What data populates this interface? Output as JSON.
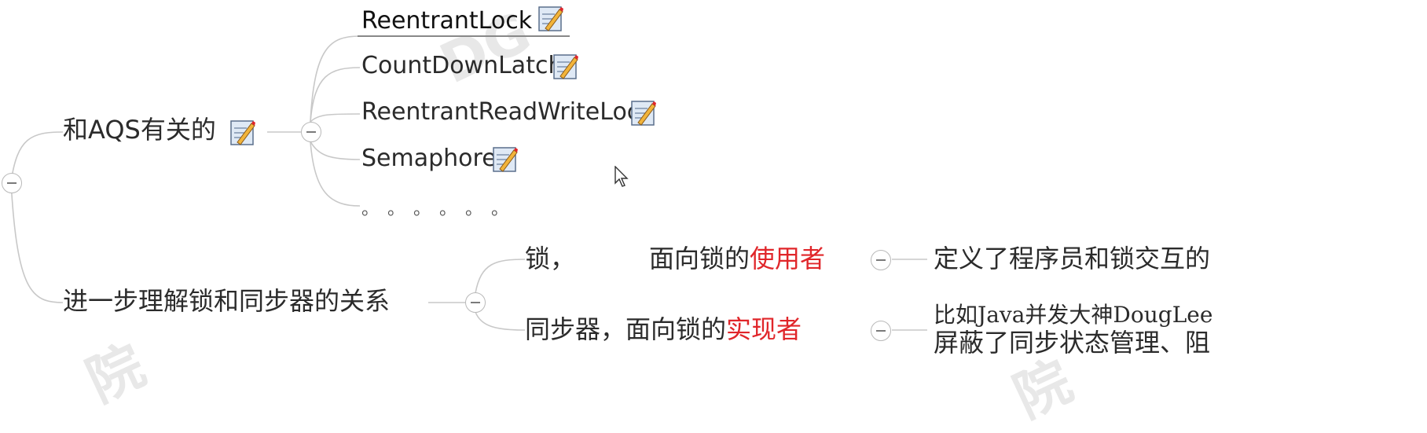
{
  "root": {
    "branch_aqs": {
      "label": "和AQS有关的",
      "children": [
        "ReentrantLock",
        "CountDownLatch",
        "ReentrantReadWriteLock",
        "Semaphore"
      ],
      "ellipsis": "。。。。。。"
    },
    "branch_relation": {
      "label": "进一步理解锁和同步器的关系",
      "lock": {
        "prefix": "锁，",
        "middle": "面向锁的",
        "highlight": "使用者",
        "detail": "定义了程序员和锁交互的"
      },
      "sync": {
        "prefix": "同步器，",
        "middle": "面向锁的",
        "highlight": "实现者",
        "detail_line1": "比如Java并发大神DougLee",
        "detail_line2": "屏蔽了同步状态管理、阻"
      }
    }
  },
  "colors": {
    "highlight": "#e0262a",
    "connector": "#c8c8c8"
  },
  "icons": {
    "note": "note-pencil-icon",
    "collapse": "collapse-minus-icon",
    "cursor": "mouse-cursor-icon"
  }
}
